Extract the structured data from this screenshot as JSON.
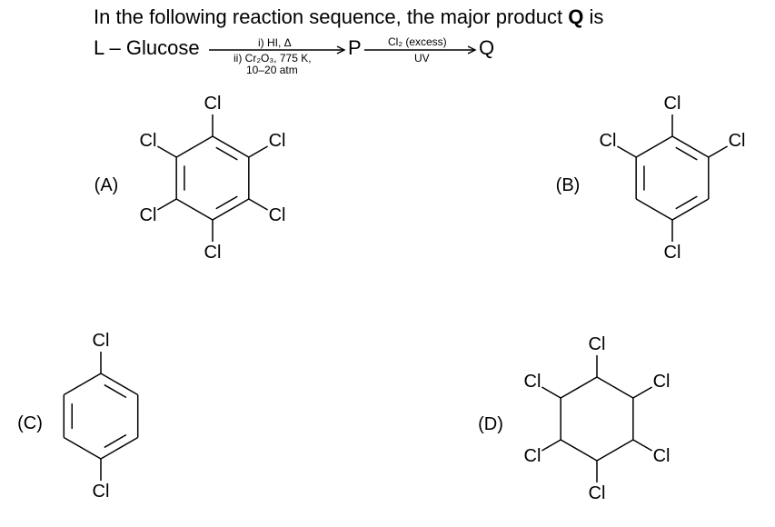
{
  "question": {
    "prefix": "In the following reaction sequence, the major product ",
    "bold": "Q",
    "suffix": " is"
  },
  "reaction": {
    "reactant": "L – Glucose",
    "step1_line1": "i) HI, Δ",
    "step1_line2": "ii) Cr₂O₃, 775 K,",
    "step1_line3": "10–20 atm",
    "intermediate": "P",
    "step2_reagent": "Cl₂ (excess)",
    "step2_condition": "UV",
    "product": "Q"
  },
  "options": [
    {
      "label": "(A)",
      "atom": "Cl"
    },
    {
      "label": "(B)",
      "atom": "Cl"
    },
    {
      "label": "(C)",
      "atom": "Cl"
    },
    {
      "label": "(D)",
      "atom": "Cl"
    }
  ]
}
